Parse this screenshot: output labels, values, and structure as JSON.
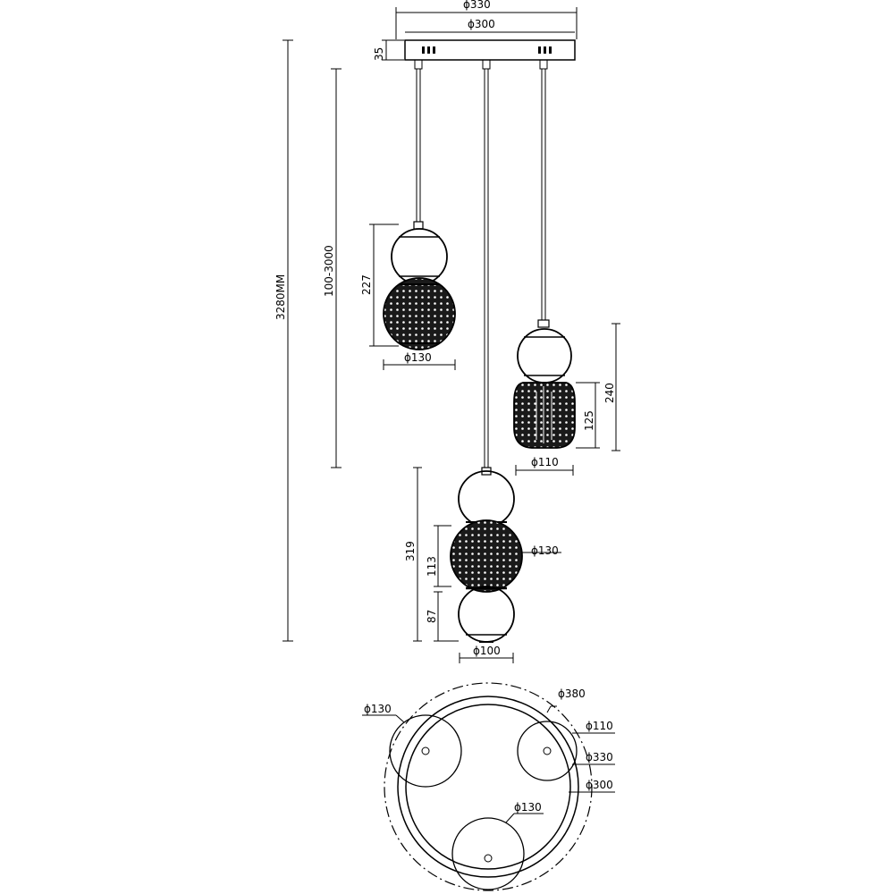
{
  "dimensions": {
    "canopy_outer": "ϕ330",
    "canopy_inner": "ϕ300",
    "canopy_height": "35",
    "total_height": "3280MM",
    "cable_range": "100-3000",
    "left_shade_height": "227",
    "left_shade_diameter": "ϕ130",
    "right_total_height": "240",
    "right_lower_height": "125",
    "right_diameter": "ϕ110",
    "center_total_height": "319",
    "center_mid_height": "113",
    "center_lower_height": "87",
    "center_mid_diameter": "ϕ130",
    "center_bottom_diameter": "ϕ100"
  },
  "plan_view": {
    "outer_dashed": "ϕ380",
    "left_shade": "ϕ130",
    "right_shade": "ϕ110",
    "ring_outer": "ϕ330",
    "ring_inner": "ϕ300",
    "bottom_shade": "ϕ130"
  },
  "colors": {
    "line": "#000000",
    "mesh": "#1a1a1a"
  }
}
